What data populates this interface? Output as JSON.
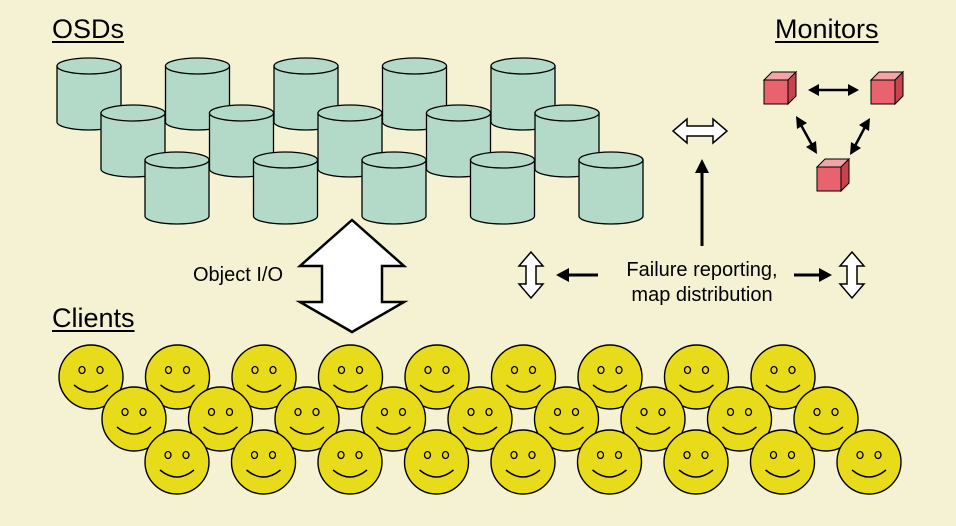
{
  "labels": {
    "osds": "OSDs",
    "monitors": "Monitors",
    "clients": "Clients",
    "object_io": "Object I/O",
    "failure_line1": "Failure reporting,",
    "failure_line2": "map distribution"
  },
  "groups": {
    "osd_count": 15,
    "monitor_count": 3,
    "client_count": 27
  },
  "colors": {
    "background": "#f4f2d2",
    "osd_fill": "#b3d9c8",
    "monitor_front": "#e8636e",
    "monitor_top": "#f4a3a9",
    "monitor_side": "#c9434f",
    "client_fill": "#e8dc1a",
    "outline": "#000000"
  },
  "icons": {
    "osd": "cylinder-disk-icon",
    "monitor": "red-cube-icon",
    "client": "smiley-face-icon"
  }
}
